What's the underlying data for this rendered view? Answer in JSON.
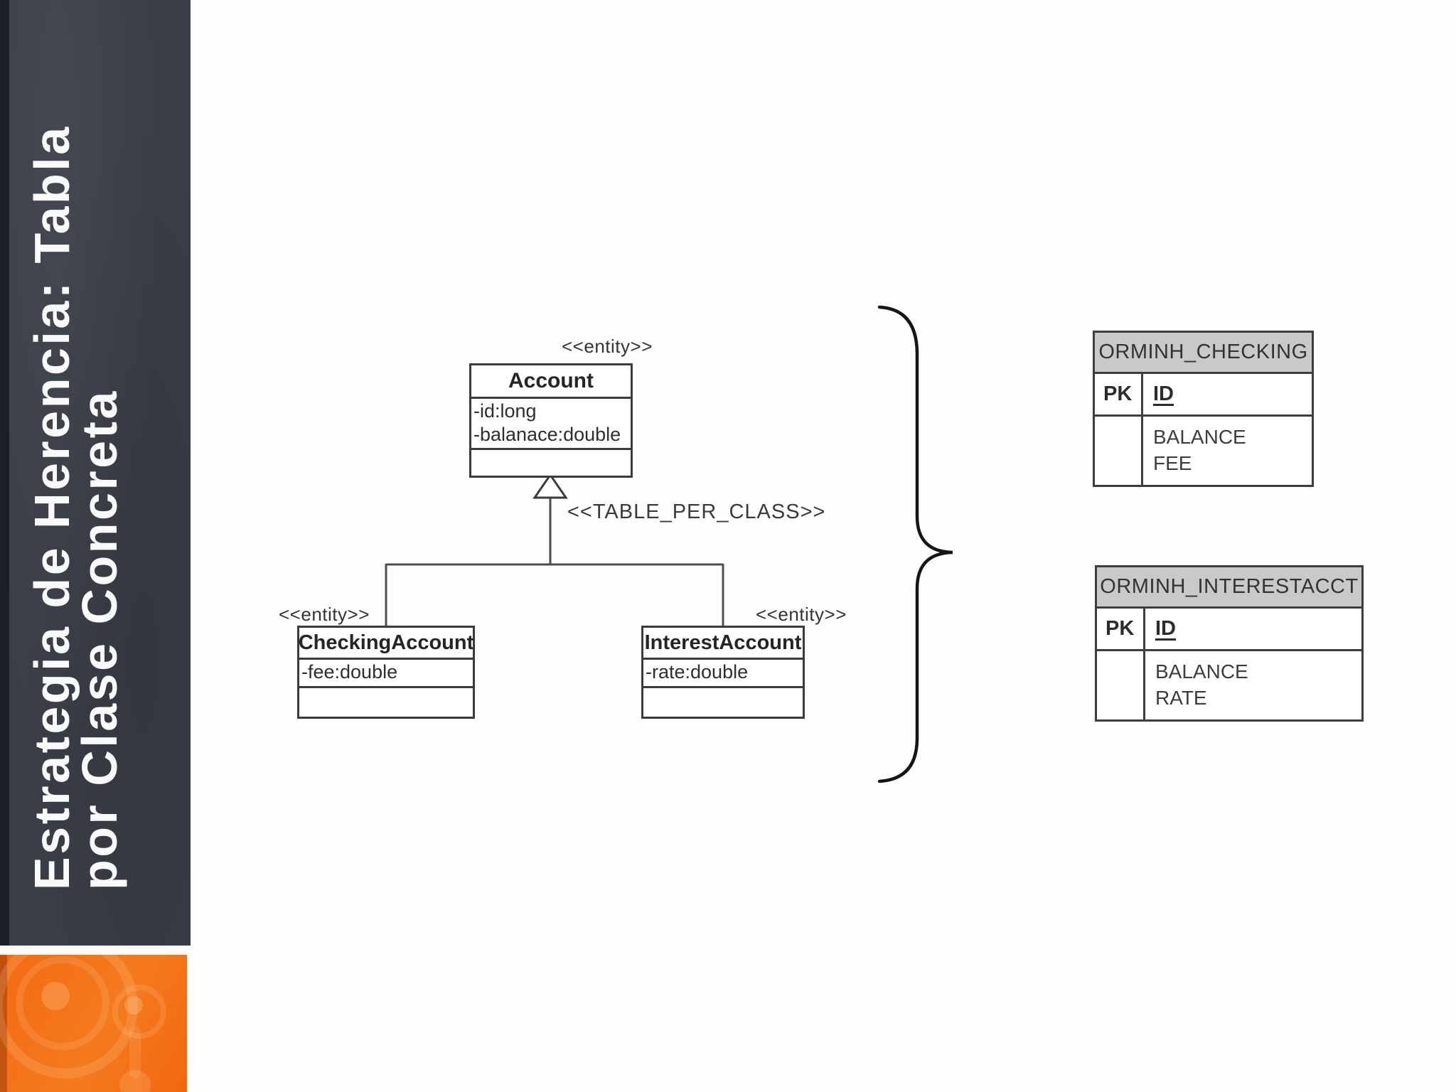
{
  "sidebar": {
    "title_line1": "Estrategia de Herencia: Tabla",
    "title_line2": "por Clase Concreta",
    "panel_color": "#3a3e47",
    "accent_color": "#f26f15",
    "text_color": "#fafafa"
  },
  "diagram": {
    "strategy_label": "<<TABLE_PER_CLASS>>",
    "classes": {
      "account": {
        "stereotype": "<<entity>>",
        "name": "Account",
        "attributes": [
          "-id:long",
          "-balanace:double"
        ]
      },
      "checking": {
        "stereotype": "<<entity>>",
        "name": "CheckingAccount",
        "attributes": [
          "-fee:double"
        ]
      },
      "interest": {
        "stereotype": "<<entity>>",
        "name": "InterestAccount",
        "attributes": [
          "-rate:double"
        ]
      }
    }
  },
  "tables": [
    {
      "name": "ORMINH_CHECKING",
      "pk_label": "PK",
      "pk_column": "ID",
      "columns": [
        "BALANCE",
        "FEE"
      ],
      "header_bg": "#c9c9c9"
    },
    {
      "name": "ORMINH_INTERESTACCT",
      "pk_label": "PK",
      "pk_column": "ID",
      "columns": [
        "BALANCE",
        "RATE"
      ],
      "header_bg": "#c9c9c9"
    }
  ]
}
